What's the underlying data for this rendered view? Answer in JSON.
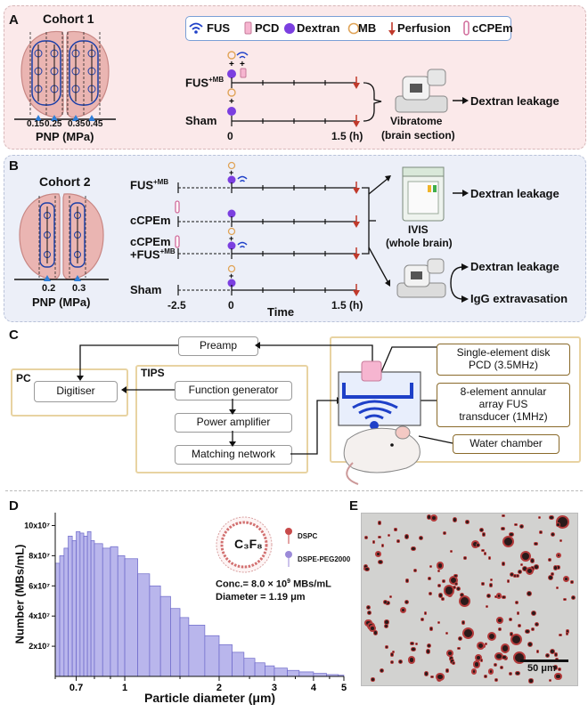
{
  "panels": {
    "a": "A",
    "b": "B",
    "c": "C",
    "d": "D",
    "e": "E"
  },
  "legend": {
    "fus": "FUS",
    "pcd": "PCD",
    "dextran": "Dextran",
    "mb": "MB",
    "perfusion": "Perfusion",
    "ccpem": "cCPEm"
  },
  "cohort1": {
    "title": "Cohort 1",
    "pnp_values": [
      "0.15",
      "0.25",
      "0.35",
      "0.45"
    ],
    "pnp_label": "PNP (MPa)",
    "rows": [
      "FUS",
      "Sham"
    ],
    "row_sup": "+MB",
    "t0": "0",
    "t_end": "1.5 (h)",
    "device": "Vibratome",
    "device_sub": "(brain section)",
    "outcome": "Dextran leakage"
  },
  "cohort2": {
    "title": "Cohort 2",
    "pnp_values": [
      "0.2",
      "0.3"
    ],
    "pnp_label": "PNP (MPa)",
    "rows": [
      "FUS",
      "cCPEm",
      "cCPEm",
      "+FUS",
      "Sham"
    ],
    "row_sup": "+MB",
    "t_neg": "-2.5",
    "t0": "0",
    "t_end": "1.5 (h)",
    "time_label": "Time",
    "device1": "IVIS",
    "device1_sub": "(whole brain)",
    "outcome1": "Dextran leakage",
    "outcome2a": "Dextran leakage",
    "outcome2b": "IgG extravasation"
  },
  "setup": {
    "pc": "PC",
    "digitiser": "Digitiser",
    "preamp": "Preamp",
    "tips": "TIPS",
    "function_generator": "Function generator",
    "power_amplifier": "Power amplifier",
    "matching_network": "Matching network",
    "pcd_line1": "Single-element disk",
    "pcd_line2": "PCD (3.5MHz)",
    "fus_line1": "8-element annular",
    "fus_line2": "array FUS",
    "fus_line3": "transducer (1MHz)",
    "water": "Water chamber"
  },
  "chart_data": {
    "type": "bar",
    "xlabel": "Particle diameter (μm)",
    "ylabel": "Number (MBs/mL)",
    "x_scale": "log",
    "xlim": [
      0.6,
      5
    ],
    "x_ticks": [
      "0.7",
      "1",
      "2",
      "3",
      "4",
      "5"
    ],
    "ylim": [
      0,
      105000000.0
    ],
    "y_ticks": [
      "2x10⁷",
      "4x10⁷",
      "6x10⁷",
      "8x10⁷",
      "10x10⁷"
    ],
    "x": [
      0.6,
      0.62,
      0.64,
      0.66,
      0.68,
      0.7,
      0.72,
      0.74,
      0.76,
      0.78,
      0.8,
      0.85,
      0.9,
      0.95,
      1.0,
      1.1,
      1.2,
      1.3,
      1.4,
      1.5,
      1.6,
      1.8,
      2.0,
      2.2,
      2.4,
      2.6,
      2.8,
      3.0,
      3.3,
      3.6,
      4.0,
      4.4,
      4.8,
      5.0
    ],
    "values": [
      75000000.0,
      80000000.0,
      85000000.0,
      93000000.0,
      90000000.0,
      96000000.0,
      95000000.0,
      93000000.0,
      96000000.0,
      90000000.0,
      88000000.0,
      85000000.0,
      86000000.0,
      80000000.0,
      78000000.0,
      68000000.0,
      60000000.0,
      53000000.0,
      45000000.0,
      39000000.0,
      34000000.0,
      27000000.0,
      21000000.0,
      16000000.0,
      12000000.0,
      9000000.0,
      7000000.0,
      5500000.0,
      4000000.0,
      3000000.0,
      2000000.0,
      1200000.0,
      800000.0,
      500000.0
    ]
  },
  "inset": {
    "gas": "C₃F₈",
    "dspc": "DSPC",
    "peg": "DSPE-PEG2000",
    "conc_prefix": "Conc.= 8.0 × 10",
    "conc_exp": "9",
    "conc_unit": " MBs/mL",
    "diameter": "Diameter = 1.19 μm"
  },
  "micrograph": {
    "scalebar": "50 μm"
  }
}
